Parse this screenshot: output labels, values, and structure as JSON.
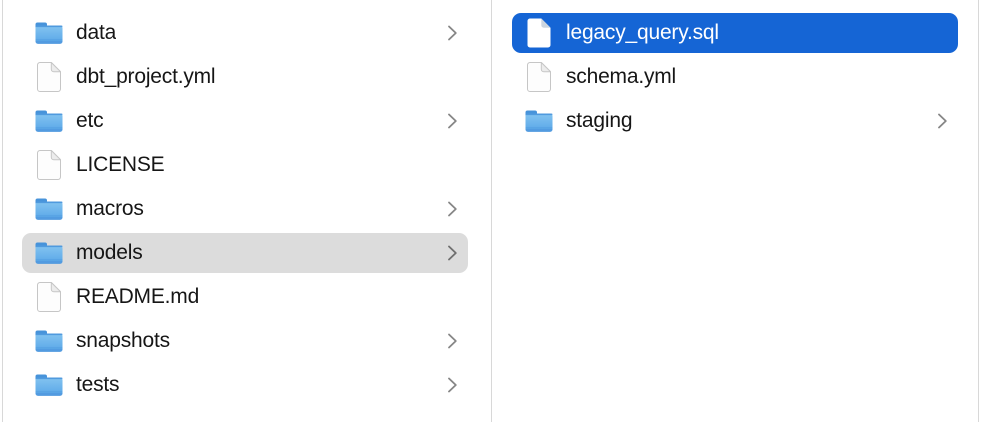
{
  "window": {
    "type": "file-browser-column-view"
  },
  "colors": {
    "background": "#ffffff",
    "divider": "#d8d8d8",
    "text": "#161616",
    "selection_active": "#1565d5",
    "selection_active_text": "#ffffff",
    "selection_inactive": "#dcdcdc",
    "chevron": "#868686",
    "folder_tab": "#4793da",
    "folder_body_top": "#84c4f0",
    "folder_body_bottom": "#58a6e8"
  },
  "icons": {
    "folder": "folder-icon",
    "document": "document-icon",
    "chevron": "chevron-right-icon"
  },
  "columns": [
    {
      "name": "left-column",
      "items": [
        {
          "label": "data",
          "icon": "folder",
          "chevron": true,
          "selected": "none"
        },
        {
          "label": "dbt_project.yml",
          "icon": "document",
          "chevron": false,
          "selected": "none"
        },
        {
          "label": "etc",
          "icon": "folder",
          "chevron": true,
          "selected": "none"
        },
        {
          "label": "LICENSE",
          "icon": "document",
          "chevron": false,
          "selected": "none"
        },
        {
          "label": "macros",
          "icon": "folder",
          "chevron": true,
          "selected": "none"
        },
        {
          "label": "models",
          "icon": "folder",
          "chevron": true,
          "selected": "inactive"
        },
        {
          "label": "README.md",
          "icon": "document",
          "chevron": false,
          "selected": "none"
        },
        {
          "label": "snapshots",
          "icon": "folder",
          "chevron": true,
          "selected": "none"
        },
        {
          "label": "tests",
          "icon": "folder",
          "chevron": true,
          "selected": "none"
        }
      ]
    },
    {
      "name": "right-column",
      "items": [
        {
          "label": "legacy_query.sql",
          "icon": "document",
          "chevron": false,
          "selected": "active"
        },
        {
          "label": "schema.yml",
          "icon": "document",
          "chevron": false,
          "selected": "none"
        },
        {
          "label": "staging",
          "icon": "folder",
          "chevron": true,
          "selected": "none"
        }
      ]
    }
  ]
}
